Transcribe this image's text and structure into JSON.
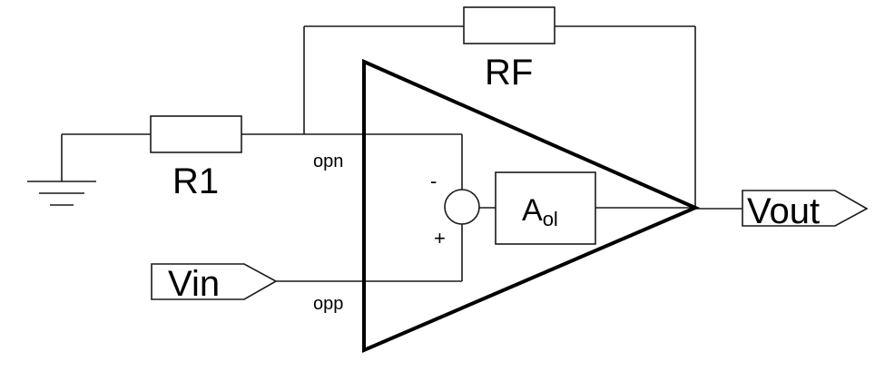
{
  "diagram": {
    "labels": {
      "feedback_resistor": "RF",
      "input_resistor": "R1",
      "inverting_node": "opn",
      "noninverting_node": "opp",
      "minus_sign": "-",
      "plus_sign": "+",
      "gain_main": "A",
      "gain_sub": "ol",
      "input_port": "Vin",
      "output_port": "Vout"
    }
  }
}
